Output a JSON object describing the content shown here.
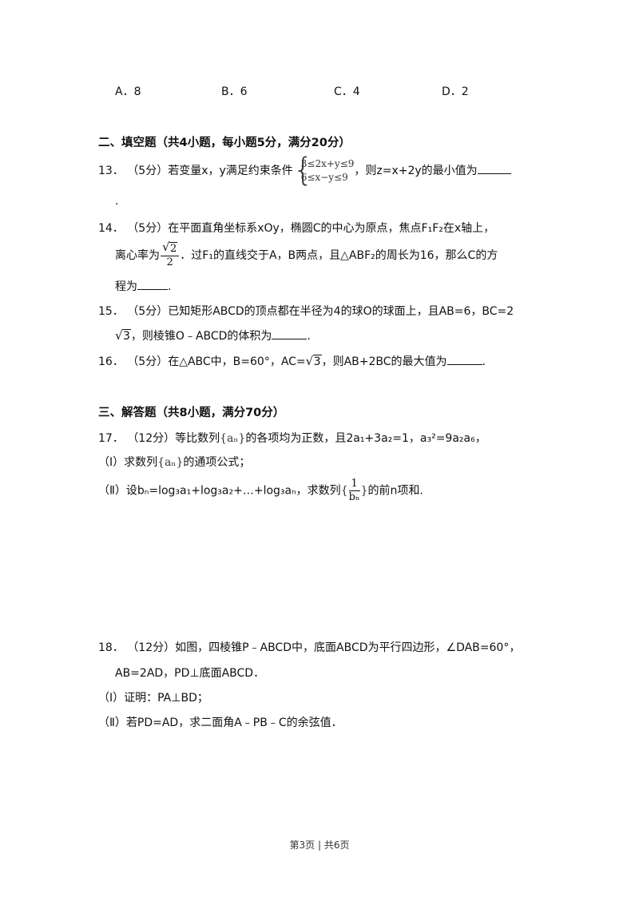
{
  "options": {
    "a": "A．8",
    "b": "B．6",
    "c": "C．4",
    "d": "D．2"
  },
  "section2": {
    "heading": "二、填空题（共4小题，每小题5分，满分20分）"
  },
  "q13": {
    "num": "13．",
    "pre": "（5分）若变量x，y满足约束条件",
    "row1": "3≤2x+y≤9",
    "row2": "6≤x−y≤9",
    "post": "，则z=x+2y的最小值为",
    "end": "."
  },
  "q14": {
    "num": "14．",
    "line1": "（5分）在平面直角坐标系xOy，椭圆C的中心为原点，焦点F₁F₂在x轴上，",
    "l2_pre": "离心率为",
    "frac_num": "2",
    "frac_den": "2",
    "l2_post": "．过F₁的直线交于A，B两点，且△ABF₂的周长为16，那么C的方",
    "l3": "程为",
    "l3_end": "."
  },
  "q15": {
    "num": "15．",
    "line1": "（5分）已知矩形ABCD的顶点都在半径为4的球O的球面上，且AB=6，BC=2",
    "sqrt": "3",
    "line2": "，则棱锥O﹣ABCD的体积为",
    "end": "."
  },
  "q16": {
    "num": "16．",
    "pre": "（5分）在△ABC中，B=60°，AC=",
    "sqrt": "3",
    "post": "，则AB+2BC的最大值为",
    "end": "."
  },
  "section3": {
    "heading": "三、解答题（共8小题，满分70分）"
  },
  "q17": {
    "num": "17．",
    "pre": "（12分）等比数列",
    "seq": "{aₙ}",
    "mid": "的各项均为正数，且2a₁+3a₂=1，a₃²=9a₂a₆，",
    "p1_label": "（Ⅰ）",
    "p1_pre": "求数列",
    "p1_seq": "{aₙ}",
    "p1_post": "的通项公式；",
    "p2_label": "（Ⅱ）",
    "p2_pre": "设bₙ=log₃a₁+log₃a₂+…+log₃aₙ，求数列",
    "p2_num": "1",
    "p2_den": "bₙ",
    "p2_post": "的前n项和."
  },
  "q18": {
    "num": "18．",
    "line1": "（12分）如图，四棱锥P﹣ABCD中，底面ABCD为平行四边形，∠DAB=60°，",
    "line2": "AB=2AD，PD⊥底面ABCD．",
    "p1_label": "（Ⅰ）",
    "p1": "证明：PA⊥BD；",
    "p2_label": "（Ⅱ）",
    "p2": "若PD=AD，求二面角A﹣PB﹣C的余弦值．"
  },
  "footer": {
    "text": "第3页 | 共6页"
  }
}
